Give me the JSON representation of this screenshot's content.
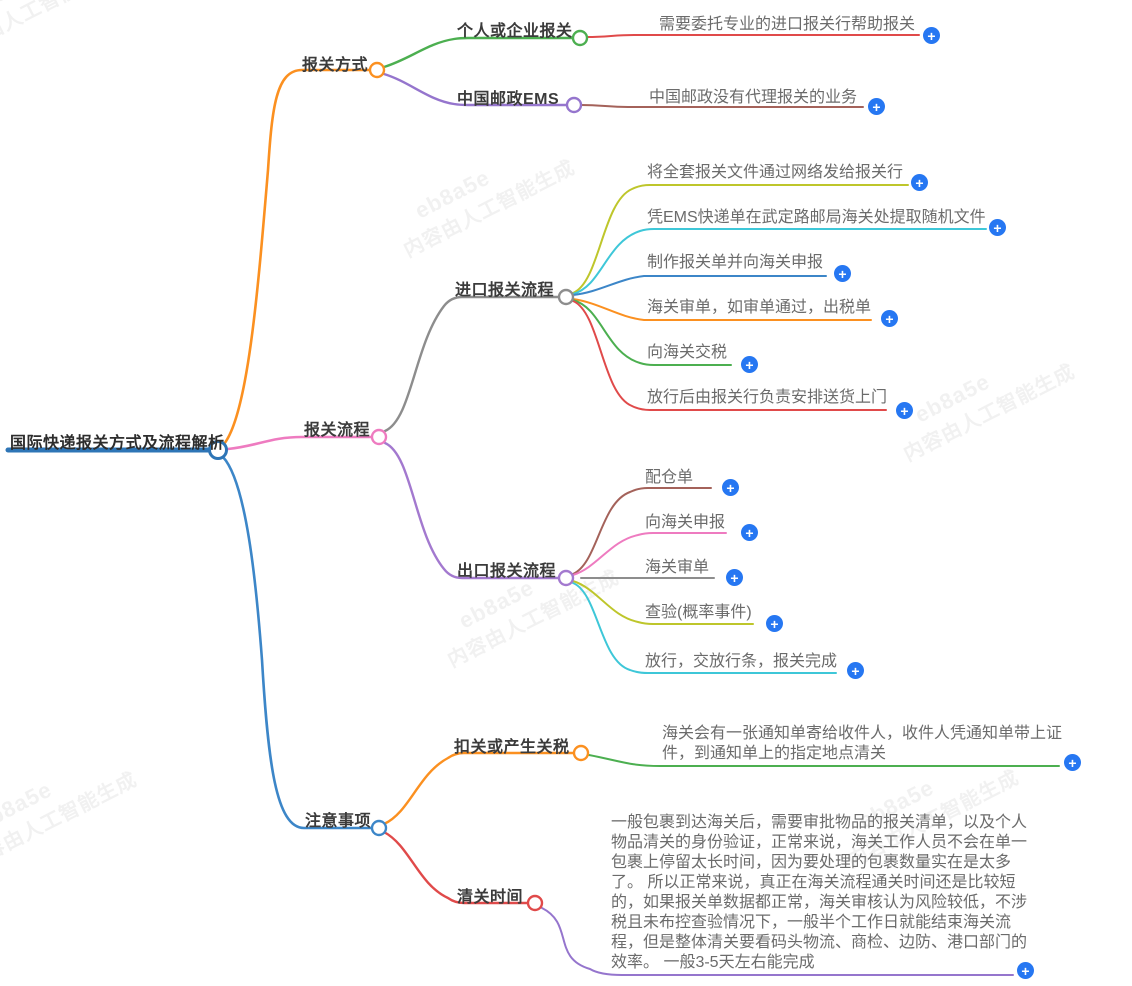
{
  "watermark": {
    "line1": "eb8a5e",
    "line2": "内容由人工智能生成"
  },
  "icons": {
    "plus_glyph": "+"
  },
  "palette": {
    "root_blue": "#2e75b6",
    "branch_blue": "#3c86c8",
    "orange": "#fb9020",
    "green": "#4caf50",
    "purple_light": "#9575cd",
    "purple_mid": "#a379cf",
    "pink": "#ee7bc0",
    "gray": "#8d8d8d",
    "yellow_green": "#bec62b",
    "cyan": "#3ec7d8",
    "red": "#e04a4a",
    "maroon": "#a4625a",
    "plus_blue": "#2677f2",
    "canvas_bg": "#ffffff"
  },
  "mindmap": {
    "root": {
      "label": "国际快递报关方式及流程解析"
    },
    "branches": [
      {
        "label": "报关方式",
        "children": [
          {
            "label": "个人或企业报关",
            "leaves": [
              {
                "text": "需要委托专业的进口报关行帮助报关"
              }
            ]
          },
          {
            "label": "中国邮政EMS",
            "leaves": [
              {
                "text": "中国邮政没有代理报关的业务"
              }
            ]
          }
        ]
      },
      {
        "label": "报关流程",
        "children": [
          {
            "label": "进口报关流程",
            "leaves": [
              {
                "text": "将全套报关文件通过网络发给报关行"
              },
              {
                "text": "凭EMS快递单在武定路邮局海关处提取随机文件"
              },
              {
                "text": "制作报关单并向海关申报"
              },
              {
                "text": "海关审单，如审单通过，出税单"
              },
              {
                "text": "向海关交税"
              },
              {
                "text": "放行后由报关行负责安排送货上门"
              }
            ]
          },
          {
            "label": "出口报关流程",
            "leaves": [
              {
                "text": "配仓单"
              },
              {
                "text": "向海关申报"
              },
              {
                "text": "海关审单"
              },
              {
                "text": "查验(概率事件)"
              },
              {
                "text": "放行，交放行条，报关完成"
              }
            ]
          }
        ]
      },
      {
        "label": "注意事项",
        "children": [
          {
            "label": "扣关或产生关税",
            "leaves": [
              {
                "text": "海关会有一张通知单寄给收件人，收件人凭通知单带上证件，到通知单上的指定地点清关"
              }
            ]
          },
          {
            "label": "清关时间",
            "leaves": [
              {
                "text": "一般包裹到达海关后，需要审批物品的报关清单，以及个人物品清关的身份验证，正常来说，海关工作人员不会在单一包裹上停留太长时间，因为要处理的包裹数量实在是太多了。 所以正常来说，真正在海关流程通关时间还是比较短的，如果报关单数据都正常，海关审核认为风险较低，不涉税且未布控查验情况下，一般半个工作日就能结束海关流程，但是整体清关要看码头物流、商检、边防、港口部门的效率。 一般3-5天左右能完成"
              }
            ]
          }
        ]
      }
    ]
  }
}
